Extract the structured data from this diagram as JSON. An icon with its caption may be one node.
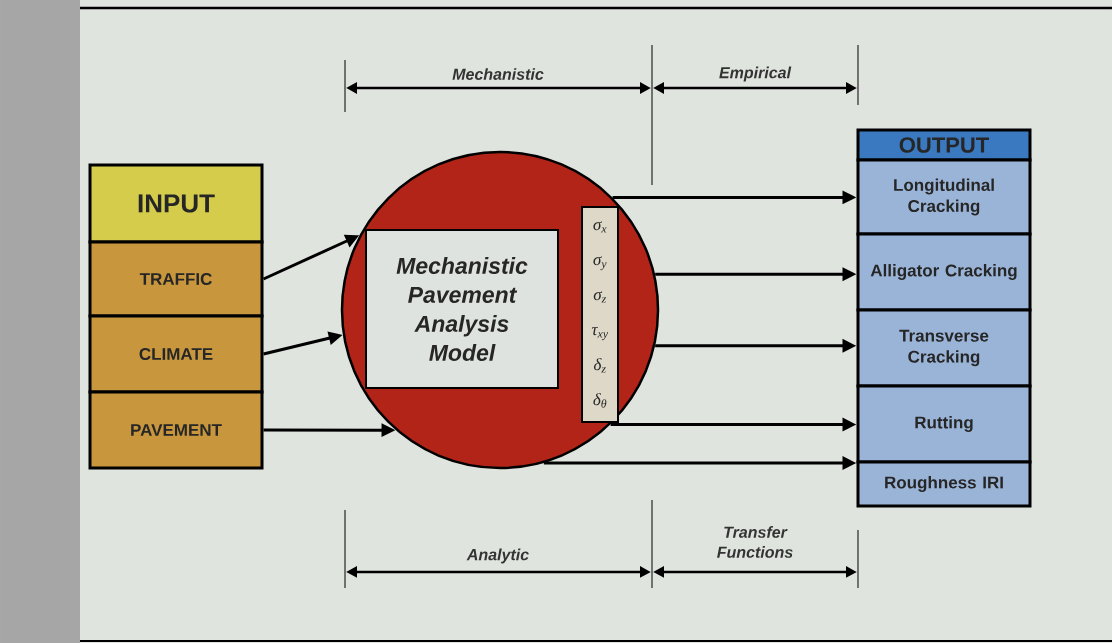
{
  "diagram": {
    "nodes": [
      {
        "text": [
          "INPUT"
        ]
      },
      {
        "text": [
          "TRAFFIC"
        ]
      },
      {
        "text": [
          "CLIMATE"
        ]
      },
      {
        "text": [
          "PAVEMENT"
        ]
      },
      {
        "text": [],
        "shape": "circle"
      },
      {
        "text": [
          "Mechanistic Pavement Analysis Model"
        ],
        "in": 4
      },
      {
        "text": [
          "σ$_{x}$",
          "σ$_{y}$",
          "σ$_{z}$",
          "τ$_{xy}$",
          "δ$_{z}$",
          "δ$_{θ}$"
        ],
        "in": 4
      },
      {
        "text": [
          "OUTPUT"
        ]
      },
      {
        "text": [
          "Longitudinal Cracking"
        ]
      },
      {
        "text": [
          "Alligator Cracking"
        ]
      },
      {
        "text": [
          "Transverse Cracking"
        ]
      },
      {
        "text": [
          "Rutting"
        ]
      },
      {
        "text": [
          "Roughness IRI"
        ]
      }
    ],
    "edges": [
      {
        "from": 1,
        "to": 4,
        "arrow": "to"
      },
      {
        "from": 2,
        "to": 4,
        "arrow": "to"
      },
      {
        "from": 3,
        "to": 4,
        "arrow": "to"
      },
      {
        "from": 4,
        "to": 8,
        "arrow": "to"
      },
      {
        "from": 4,
        "to": 9,
        "arrow": "to"
      },
      {
        "from": 4,
        "to": 10,
        "arrow": "to"
      },
      {
        "from": 4,
        "to": 11,
        "arrow": "to"
      },
      {
        "from": 4,
        "to": 12,
        "arrow": "to"
      }
    ],
    "labels": [
      "Mechanistic",
      "Empirical",
      "Analytic",
      "Transfer Functions"
    ]
  }
}
